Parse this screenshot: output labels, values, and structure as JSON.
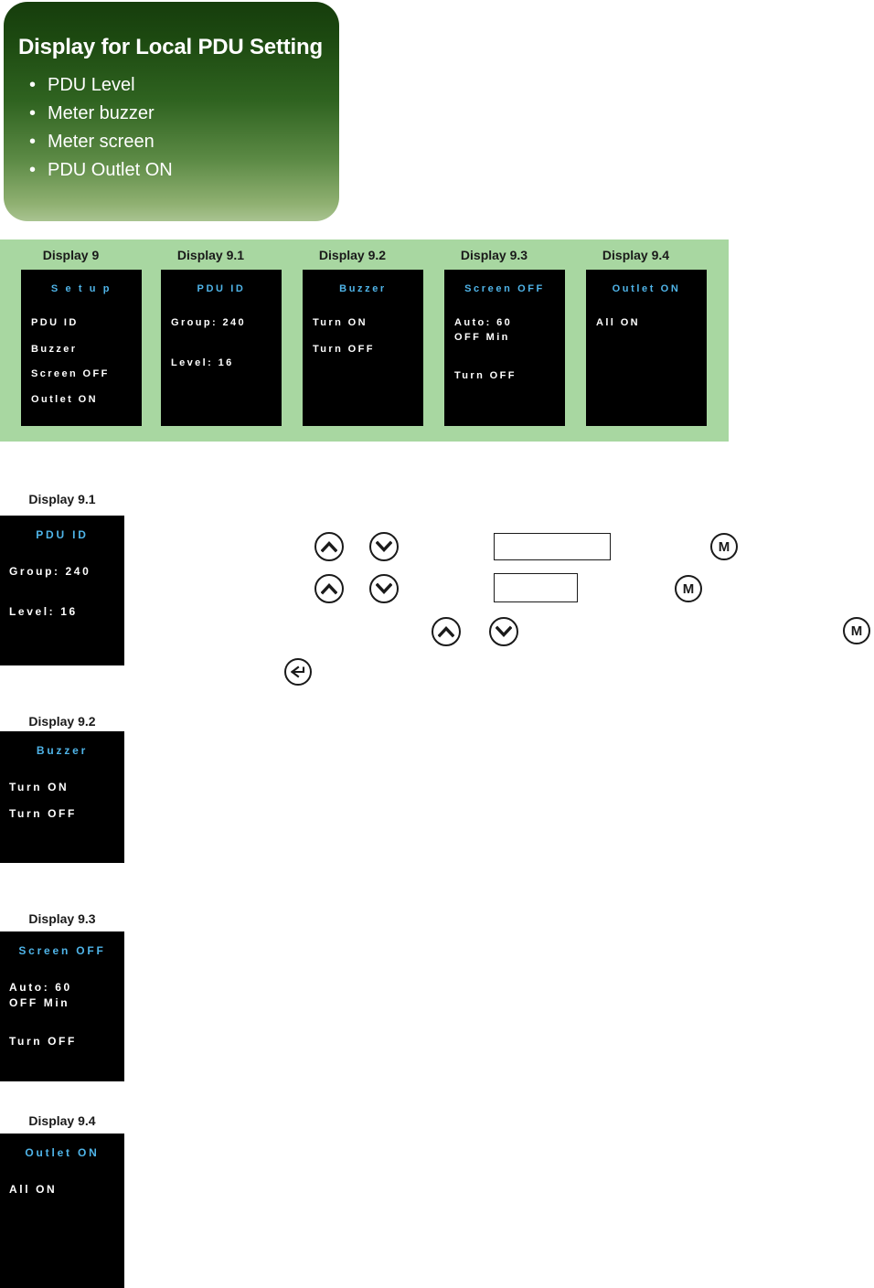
{
  "callout": {
    "title": "Display for Local PDU Setting",
    "items": [
      "PDU Level",
      "Meter buzzer",
      "Meter screen",
      "PDU Outlet ON"
    ]
  },
  "colors": {
    "callout_top": "#163d0c",
    "callout_bottom": "#a9c391",
    "strip_bg": "#a8d7a1",
    "lcd_bg": "#000000",
    "lcd_title": "#4fb4e8",
    "lcd_text": "#ffffff",
    "outline": "#1a1a1a"
  },
  "strip": {
    "cells": [
      {
        "label": "Display 9",
        "screen": {
          "title": "S e t u p",
          "lines": [
            "PDU  ID",
            "Buzzer",
            "Screen  OFF",
            "Outlet  ON"
          ]
        }
      },
      {
        "label": "Display 9.1",
        "screen": {
          "title": "PDU  ID",
          "lines": [
            "Group:  240",
            "Level:  16"
          ]
        }
      },
      {
        "label": "Display 9.2",
        "screen": {
          "title": "Buzzer",
          "lines": [
            "Turn  ON",
            "Turn  OFF"
          ]
        }
      },
      {
        "label": "Display 9.3",
        "screen": {
          "title": "Screen  OFF",
          "lines": [
            "Auto:  60",
            "OFF     Min",
            "Turn  OFF"
          ]
        }
      },
      {
        "label": "Display 9.4",
        "screen": {
          "title": "Outlet  ON",
          "lines": [
            "All  ON"
          ]
        }
      }
    ]
  },
  "panels": [
    {
      "label": "Display 9.1",
      "screen": {
        "title": "PDU  ID",
        "lines": [
          "Group:  240",
          "Level:  16"
        ]
      }
    },
    {
      "label": "Display 9.2",
      "screen": {
        "title": "Buzzer",
        "lines": [
          "Turn  ON",
          "Turn  OFF"
        ]
      }
    },
    {
      "label": "Display 9.3",
      "screen": {
        "title": "Screen  OFF",
        "lines": [
          "Auto:  60",
          "OFF     Min",
          "Turn  OFF"
        ]
      }
    },
    {
      "label": "Display 9.4",
      "screen": {
        "title": "Outlet  ON",
        "lines": [
          "All  ON"
        ]
      }
    }
  ],
  "controls": {
    "menu_label": "M",
    "up_label": "up-chevron",
    "down_label": "down-chevron",
    "enter_label": "enter-arrow"
  }
}
